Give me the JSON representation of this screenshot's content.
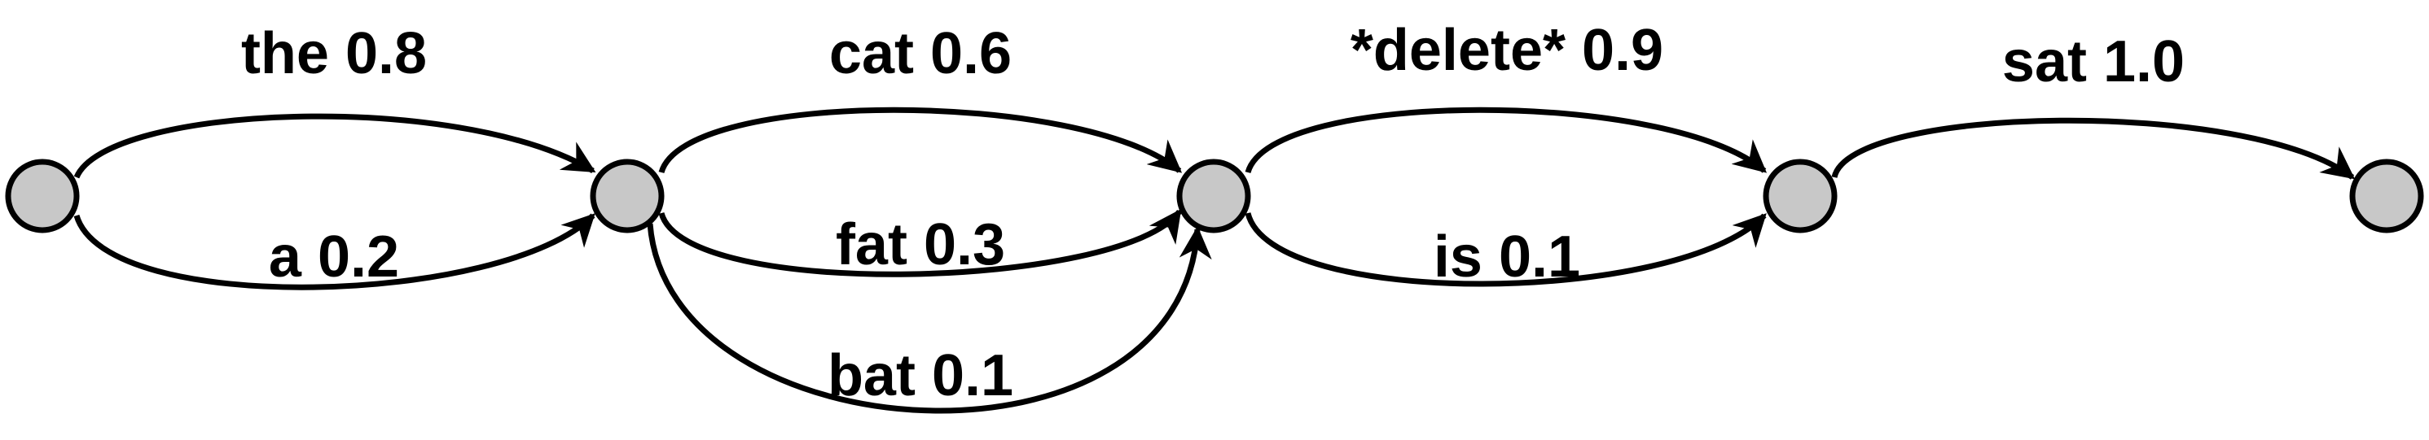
{
  "diagram": {
    "type": "word-lattice",
    "node_color": "#c8c8c8",
    "edge_color": "#000000",
    "nodes": [
      "n0",
      "n1",
      "n2",
      "n3",
      "n4"
    ],
    "edges": [
      {
        "from": "n0",
        "to": "n1",
        "word": "the",
        "prob": "0.8",
        "label": "the 0.8"
      },
      {
        "from": "n0",
        "to": "n1",
        "word": "a",
        "prob": "0.2",
        "label": "a 0.2"
      },
      {
        "from": "n1",
        "to": "n2",
        "word": "cat",
        "prob": "0.6",
        "label": "cat 0.6"
      },
      {
        "from": "n1",
        "to": "n2",
        "word": "fat",
        "prob": "0.3",
        "label": "fat 0.3"
      },
      {
        "from": "n1",
        "to": "n2",
        "word": "bat",
        "prob": "0.1",
        "label": "bat 0.1"
      },
      {
        "from": "n2",
        "to": "n3",
        "word": "*delete*",
        "prob": "0.9",
        "label": "*delete* 0.9"
      },
      {
        "from": "n2",
        "to": "n3",
        "word": "is",
        "prob": "0.1",
        "label": "is 0.1"
      },
      {
        "from": "n3",
        "to": "n4",
        "word": "sat",
        "prob": "1.0",
        "label": "sat 1.0"
      }
    ]
  }
}
